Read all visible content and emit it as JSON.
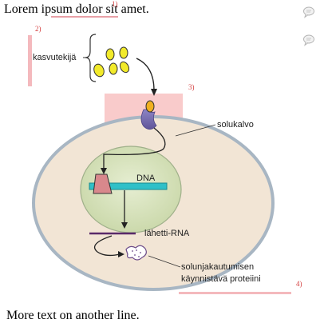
{
  "document": {
    "line1_pre": "Lorem ip",
    "line1_highlight": "sum dolor sit",
    "line1_post": " amet.",
    "line2": "More text on another line."
  },
  "markers": {
    "m1": "1)",
    "m2": "2)",
    "m3": "3)",
    "m4": "4)"
  },
  "diagram": {
    "label_growth_factors": "kasvutekijä",
    "label_membrane": "solukalvo",
    "label_dna": "DNA",
    "label_mrna": "lähetti-RNA",
    "label_protein_line1": "solunjakautumisen",
    "label_protein_line2": "käynnistävä proteiini"
  },
  "icons": {
    "comment": "comment-icon"
  }
}
